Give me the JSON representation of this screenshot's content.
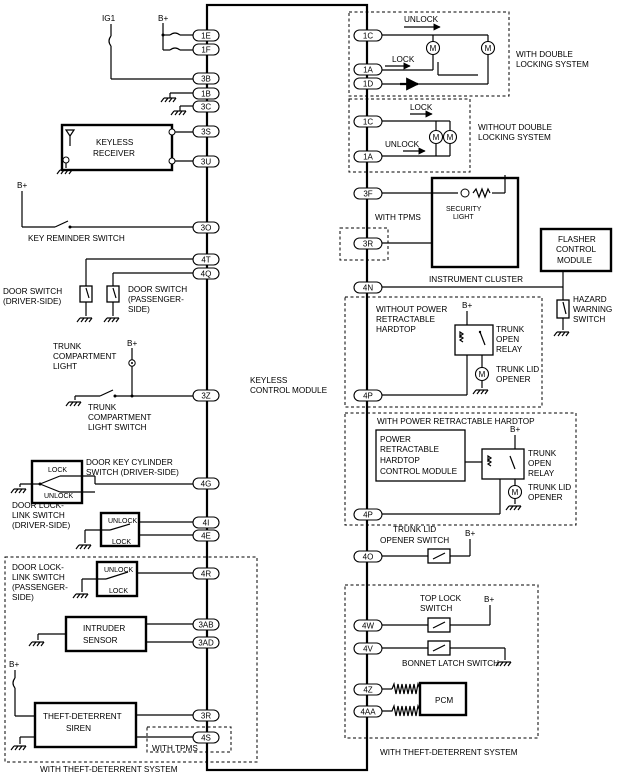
{
  "module": {
    "line1": "KEYLESS",
    "line2": "CONTROL MODULE"
  },
  "pins": {
    "p1E": "1E",
    "p1F": "1F",
    "p3B": "3B",
    "p1B": "1B",
    "p3C": "3C",
    "p3S": "3S",
    "p3U": "3U",
    "p3O": "3O",
    "p4T": "4T",
    "p4Q": "4Q",
    "p3Z": "3Z",
    "p4G": "4G",
    "p4I": "4I",
    "p4E": "4E",
    "p4R": "4R",
    "p3AB": "3AB",
    "p3AD": "3AD",
    "p3R": "3R",
    "p4S": "4S",
    "p1C": "1C",
    "p1A": "1A",
    "p1D": "1D",
    "p1C2": "1C",
    "p1A2": "1A",
    "p3F": "3F",
    "p3Rb": "3R",
    "p4N": "4N",
    "p4P": "4P",
    "p4P2": "4P",
    "p4O": "4O",
    "p4W": "4W",
    "p4V": "4V",
    "p4Z": "4Z",
    "p4AA": "4AA"
  },
  "labels": {
    "ig1": "IG1",
    "bplus": "B+",
    "keyless_receiver_1": "KEYLESS",
    "keyless_receiver_2": "RECEIVER",
    "key_reminder": "KEY REMINDER SWITCH",
    "door_sw_drv_1": "DOOR SWITCH",
    "door_sw_drv_2": "(DRIVER-SIDE)",
    "door_sw_pas_1": "DOOR SWITCH",
    "door_sw_pas_2": "(PASSENGER-",
    "door_sw_pas_3": "SIDE)",
    "trunk_light_1": "TRUNK",
    "trunk_light_2": "COMPARTMENT",
    "trunk_light_3": "LIGHT",
    "trunk_light_sw_1": "TRUNK",
    "trunk_light_sw_2": "COMPARTMENT",
    "trunk_light_sw_3": "LIGHT SWITCH",
    "lock": "LOCK",
    "unlock": "UNLOCK",
    "door_key_cyl_1": "DOOR KEY CYLINDER",
    "door_key_cyl_2": "SWITCH (DRIVER-SIDE)",
    "dlls_drv_1": "DOOR LOCK-",
    "dlls_drv_2": "LINK SWITCH",
    "dlls_drv_3": "(DRIVER-SIDE)",
    "dlls_pas_1": "DOOR LOCK-",
    "dlls_pas_2": "LINK SWITCH",
    "dlls_pas_3": "(PASSENGER-",
    "dlls_pas_4": "SIDE)",
    "intruder_1": "INTRUDER",
    "intruder_2": "SENSOR",
    "siren_1": "THEFT-DETERRENT",
    "siren_2": "SIREN",
    "with_tpms": "WITH TPMS",
    "with_theft_left": "WITH THEFT-DETERRENT SYSTEM",
    "with_theft_right": "WITH THEFT-DETERRENT SYSTEM",
    "with_double_1": "WITH DOUBLE",
    "with_double_2": "LOCKING SYSTEM",
    "without_double_1": "WITHOUT DOUBLE",
    "without_double_2": "LOCKING SYSTEM",
    "security_1": "SECURITY",
    "security_2": "LIGHT",
    "instrument_cluster": "INSTRUMENT CLUSTER",
    "flasher_1": "FLASHER",
    "flasher_2": "CONTROL",
    "flasher_3": "MODULE",
    "hazard_1": "HAZARD",
    "hazard_2": "WARNING",
    "hazard_3": "SWITCH",
    "wo_prh_1": "WITHOUT POWER",
    "wo_prh_2": "RETRACTABLE",
    "wo_prh_3": "HARDTOP",
    "trunk_relay_1": "TRUNK",
    "trunk_relay_2": "OPEN",
    "trunk_relay_3": "RELAY",
    "trunk_opener_1": "TRUNK LID",
    "trunk_opener_2": "OPENER",
    "w_prh": "WITH POWER RETRACTABLE HARDTOP",
    "prh_cm_1": "POWER",
    "prh_cm_2": "RETRACTABLE",
    "prh_cm_3": "HARDTOP",
    "prh_cm_4": "CONTROL MODULE",
    "tlo_sw_1": "TRUNK LID",
    "tlo_sw_2": "OPENER SWITCH",
    "top_lock_1": "TOP LOCK",
    "top_lock_2": "SWITCH",
    "bonnet": "BONNET LATCH SWITCH",
    "pcm": "PCM",
    "m": "M"
  }
}
